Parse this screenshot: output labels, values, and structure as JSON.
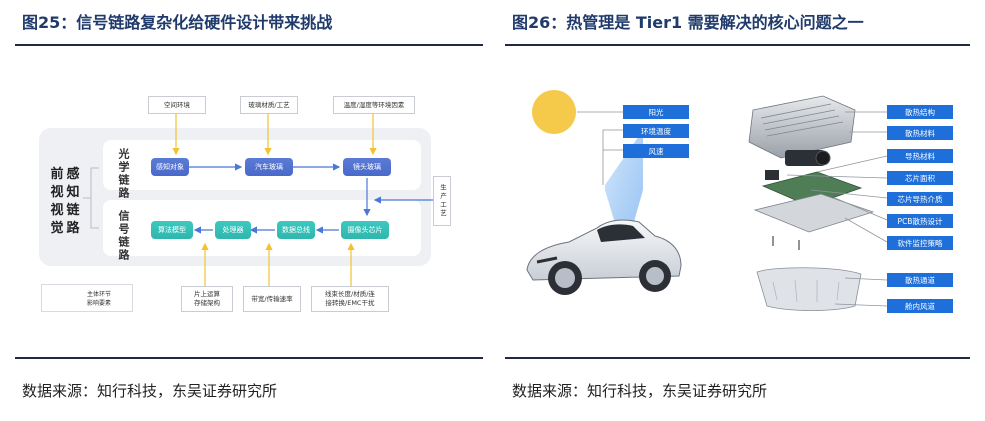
{
  "left": {
    "title": "图25：信号链路复杂化给硬件设计带来挑战",
    "main_label": [
      "前",
      "感",
      "视",
      "知",
      "视",
      "链",
      "觉",
      "路"
    ],
    "optical_label": "光学链路",
    "signal_label": "信号链路",
    "factors_top": [
      "空间环境",
      "玻璃材质/工艺",
      "温度/湿度等环境因素"
    ],
    "factor_right": "生产工艺",
    "optical_nodes": [
      "感知对象",
      "汽车玻璃",
      "镜头玻璃"
    ],
    "signal_nodes": [
      "算法模型",
      "处理器",
      "数据总线",
      "摄像头芯片"
    ],
    "factors_bottom": [
      "片上运算\n存储架构",
      "带宽/传输速率",
      "线束长度/材质/连\n接转换/EMC干扰"
    ],
    "legend": [
      "主体环节",
      "影响要素"
    ],
    "source": "数据来源：知行科技，东吴证券研究所"
  },
  "right": {
    "title": "图26：热管理是 Tier1 需要解决的核心问题之一",
    "env_tags": [
      "阳光",
      "环境温度",
      "风速"
    ],
    "hw_tags": [
      "散热结构",
      "散热材料",
      "导热材料",
      "芯片面积",
      "芯片导热介质",
      "PCB散热设计",
      "软件监控策略"
    ],
    "vent_tags": [
      "散热通道",
      "舱内风道"
    ],
    "source": "数据来源：知行科技，东吴证券研究所"
  },
  "colors": {
    "blue_node": "#4f6fd0",
    "teal_node": "#34c0b6",
    "tag": "#1e6fd9",
    "arrow_main": "#4a78d8",
    "arrow_factor": "#f2c230",
    "sun": "#f5c94a"
  }
}
